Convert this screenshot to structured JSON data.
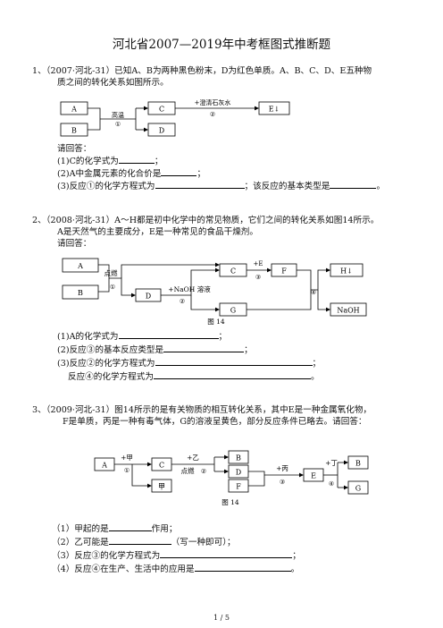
{
  "doc_title": "河北省2007—2019年中考框图式推断题",
  "q1": {
    "intro_1": "1、（2007·河北-31）已知A、B为两种黑色粉末，D为红色单质。A、B、C、D、E五种物",
    "intro_2": "质之间的转化关系如图所示。",
    "diagram": {
      "A": "A",
      "B": "B",
      "C": "C",
      "D": "D",
      "E": "E↓",
      "cond1": "高温",
      "step1": "①",
      "cond2": "+澄清石灰水",
      "step2": "②"
    },
    "ask": "请回答：",
    "sub1_pre": "(1)C的化学式为",
    "sub1_post": "；",
    "sub2_pre": "(2)A中金属元素的化合价是",
    "sub2_post": "；",
    "sub3_pre": "(3)反应①的化学方程式为",
    "sub3_mid": "；该反应的基本类型是",
    "sub3_post": "。"
  },
  "q2": {
    "intro_1": "2、（2008·河北-31）A～H都是初中化学中的常见物质，它们之间的转化关系如图14所示。",
    "intro_2": "A是天然气的主要成分，E是一种常见的食品干燥剂。",
    "ask": "请回答：",
    "diagram": {
      "A": "A",
      "B": "B",
      "C": "C",
      "D": "D",
      "F": "F",
      "G": "G",
      "H": "H↓",
      "NaOH": "NaOH",
      "cond1": "点燃",
      "step1": "①",
      "cond2": "+NaOH 溶液",
      "step2": "②",
      "cond3": "+E",
      "step3": "③",
      "step4": "④",
      "caption": "图 14"
    },
    "sub1_pre": "(1)A的化学式为",
    "sub1_post": "；",
    "sub2_pre": "(2)反应③的基本反应类型是",
    "sub2_post": "；",
    "sub3_pre": "(3)反应②的化学方程式为",
    "sub3_post": "；",
    "sub4_pre": "反应④的化学方程式为",
    "sub4_post": "。"
  },
  "q3": {
    "intro_1": "3、（2009·河北-31）图14所示的是有关物质的相互转化关系，其中E是一种金属氧化物，",
    "intro_2": "F是单质，丙是一种有毒气体，G的溶液呈黄色，部分反应条件已略去。请回答：",
    "diagram": {
      "A": "A",
      "B": "B",
      "C": "C",
      "D": "D",
      "E": "E",
      "F": "F",
      "G": "G",
      "jia": "甲",
      "cond1": "+甲",
      "step1": "①",
      "cond2": "+乙",
      "cond2b": "点燃",
      "step2": "②",
      "cond3": "+丙",
      "step3": "③",
      "cond4": "+丁",
      "step4": "④",
      "caption": "图 14"
    },
    "sub1_pre": "（1）甲起的是",
    "sub1_post": "作用；",
    "sub2_pre": "（2）乙可能是",
    "sub2_post": "（写一种即可）；",
    "sub3_pre": "（3）反应③的化学方程式为",
    "sub3_post": "；",
    "sub4_pre": "（4）反应④在生产、生活中的应用是",
    "sub4_post": "。"
  },
  "page_number": "1 / 5"
}
